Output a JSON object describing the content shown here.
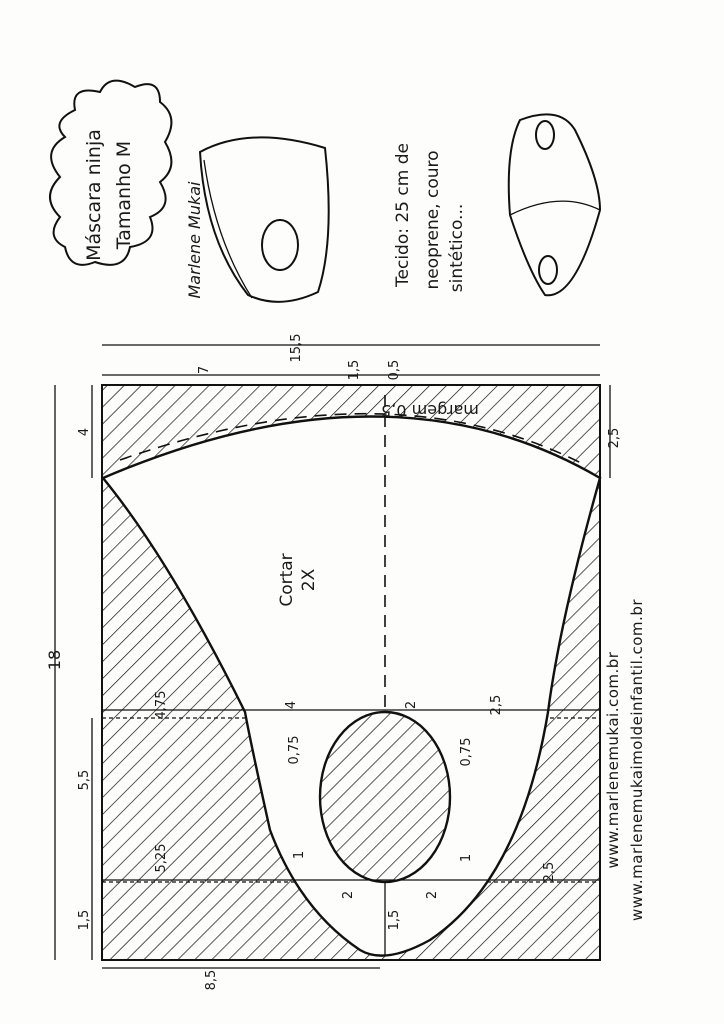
{
  "title": {
    "line1": "Máscara ninja",
    "line2": "Tamanho M"
  },
  "signature": "Marlene Mukai",
  "fabric_note": {
    "line1": "Tecido: 25 cm de",
    "line2": "neoprene, couro",
    "line3": "sintético..."
  },
  "pattern": {
    "cut_label": "Cortar",
    "cut_count": "2X",
    "seam_label": "margem 0,5"
  },
  "dimensions": {
    "total_width": "15,5",
    "top_left": "7",
    "top_mid": "1,5",
    "top_right": "0,5",
    "left_top": "4",
    "right_top": "2,5",
    "total_height": "18",
    "row_a": "4,75",
    "row_b": "4",
    "row_c": "2",
    "row_d": "2,5",
    "eye_left": "0,75",
    "eye_right": "0,75",
    "left_mid": "5,5",
    "row_e": "5,25",
    "small_left": "1",
    "small_right": "1",
    "eye_bottom_left": "2",
    "eye_bottom_right": "2",
    "right_bottom": "2,5",
    "left_bottom": "1,5",
    "center_bottom": "1,5",
    "bottom_left": "8,5"
  },
  "urls": [
    "www.marlenemukai.com.br",
    "www.marlenemukaimoldeinfantil.com.br"
  ]
}
